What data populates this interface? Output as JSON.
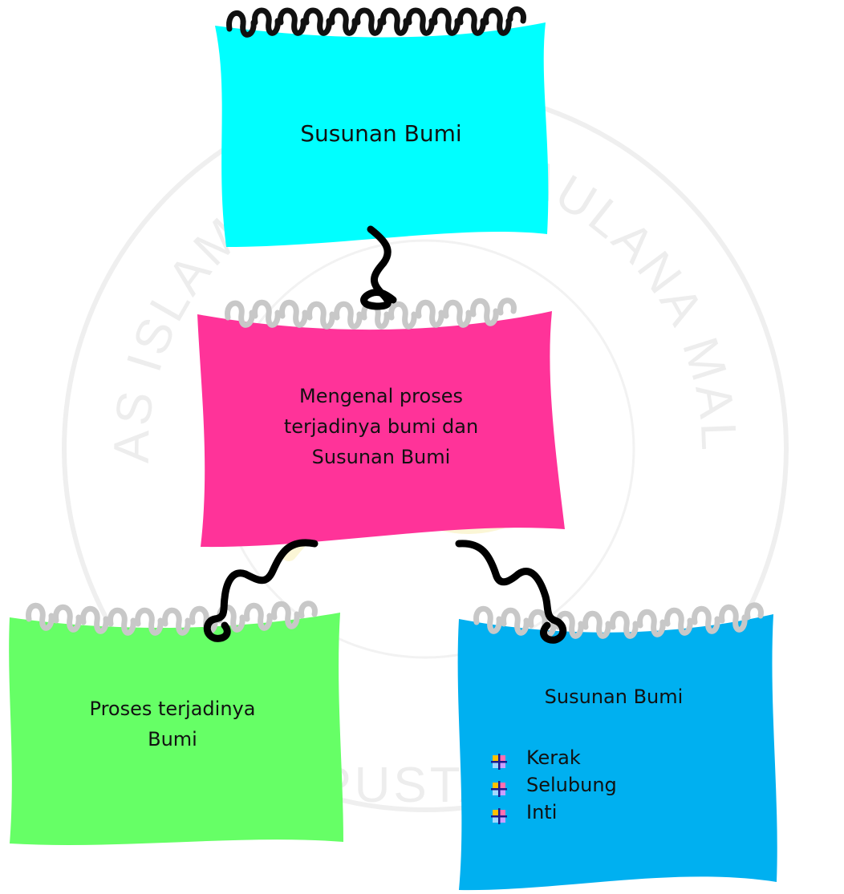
{
  "nodes": {
    "top": {
      "label": "Susunan Bumi",
      "fill": "#00FFFF",
      "ring": "#111111"
    },
    "middle": {
      "lines": [
        "Mengenal proses",
        "terjadinya bumi dan",
        "Susunan Bumi"
      ],
      "fill": "#FF3399",
      "ring": "#C8C8C8"
    },
    "left": {
      "lines": [
        "Proses terjadinya",
        "Bumi"
      ],
      "fill": "#66FF66",
      "ring": "#C8C8C8"
    },
    "right": {
      "title": "Susunan Bumi",
      "items": [
        "Kerak",
        "Selubung",
        "Inti"
      ],
      "fill": "#00B0F0",
      "ring": "#C8C8C8"
    }
  },
  "connector_color": "#000000",
  "watermark": {
    "arc_text": "UNIVERSITAS ISLAM NEGERI MAULANA MALIK IBRAHIM",
    "bottom_text": "PERPUSTAKAAN"
  }
}
